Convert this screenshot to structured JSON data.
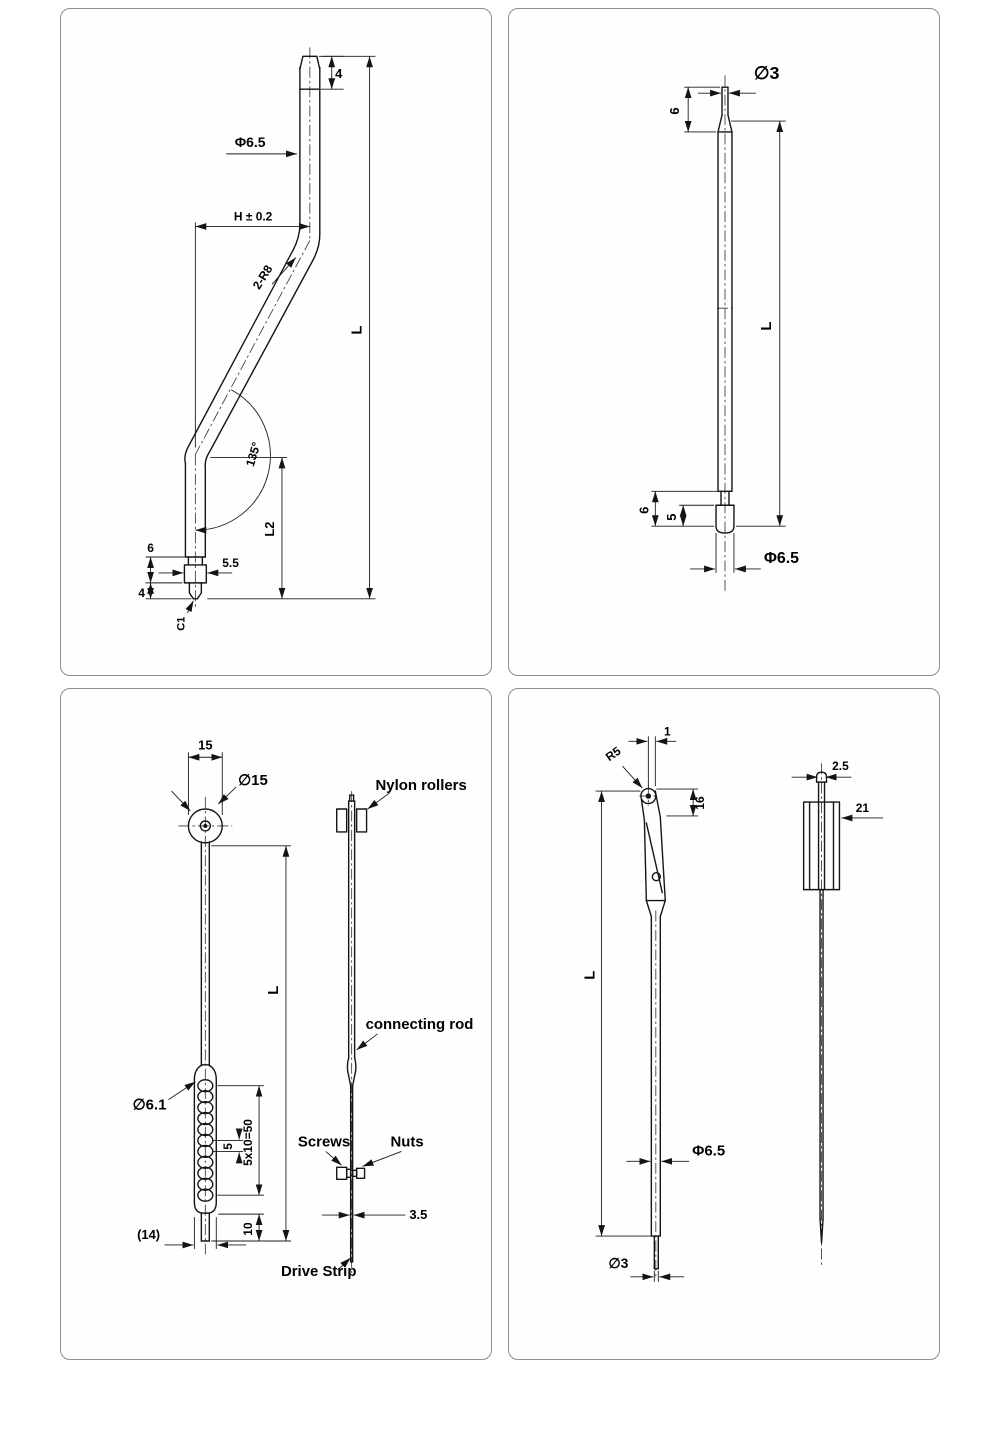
{
  "panel1": {
    "dims": {
      "tip_top": "4",
      "diameter": "Φ6.5",
      "offset": "H ± 0.2",
      "bend_radius": "2-R8",
      "angle": "135°",
      "overall_length": "L",
      "lower_length": "L2",
      "collar_height": "6",
      "collar_width": "5.5",
      "tip_bottom": "4",
      "chamfer": "C1"
    }
  },
  "panel2": {
    "dims": {
      "tip_diameter": "∅3",
      "tip_length": "6",
      "overall_length": "L",
      "neck_length": "6",
      "collar_length": "5",
      "body_diameter": "Φ6.5"
    }
  },
  "panel3": {
    "dims": {
      "head_width": "15",
      "head_diameter": "∅15",
      "tube_diameter": "∅6.1",
      "coil_pitch": "5",
      "coil_span": "5x10=50",
      "tail_length": "10",
      "overall_length": "L",
      "tube_width": "(14)",
      "strip_thickness": "3.5"
    },
    "labels": {
      "rollers": "Nylon rollers",
      "rod": "connecting rod",
      "screws": "Screws",
      "nuts": "Nuts",
      "strip": "Drive Strip"
    }
  },
  "panel4": {
    "dims": {
      "top_offset": "1",
      "head_radius": "R5",
      "head_length": "16",
      "knob_width": "2.5",
      "side_offset": "21",
      "overall_length": "L",
      "body_diameter": "Φ6.5",
      "tip_diameter": "∅3"
    }
  }
}
